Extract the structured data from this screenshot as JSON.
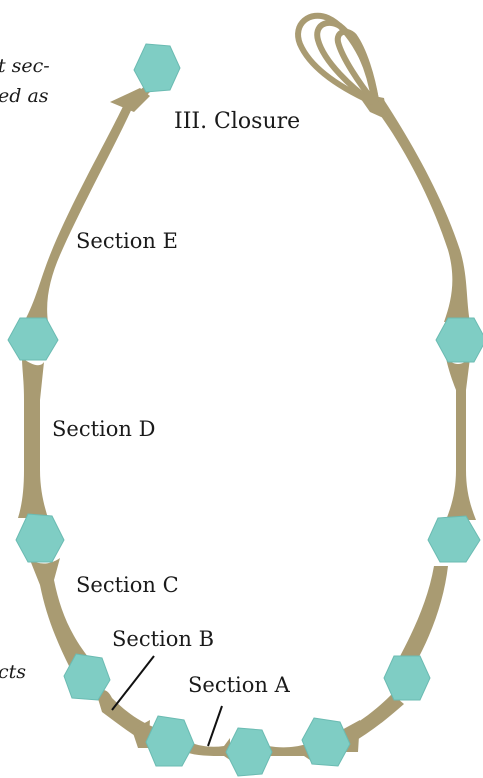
{
  "colors": {
    "cord": "#a99b72",
    "bead": "#7fcdc4",
    "bead_edge": "#6bbbb2",
    "text": "#1a1a1a",
    "background": "#ffffff"
  },
  "labels": {
    "closure": "III. Closure",
    "section_e": "Section E",
    "section_d": "Section D",
    "section_c": "Section C",
    "section_b": "Section B",
    "section_a": "Section A"
  },
  "cropped_text": {
    "top_line1": "t sec-",
    "top_line2": "ed as",
    "bottom": "cts"
  },
  "beads": [
    {
      "name": "bead-top-left-end"
    },
    {
      "name": "bead-left-upper"
    },
    {
      "name": "bead-left-middle"
    },
    {
      "name": "bead-left-lower"
    },
    {
      "name": "bead-bottom-1"
    },
    {
      "name": "bead-bottom-center"
    },
    {
      "name": "bead-bottom-3"
    },
    {
      "name": "bead-right-lower"
    },
    {
      "name": "bead-right-middle"
    },
    {
      "name": "bead-right-upper"
    }
  ]
}
